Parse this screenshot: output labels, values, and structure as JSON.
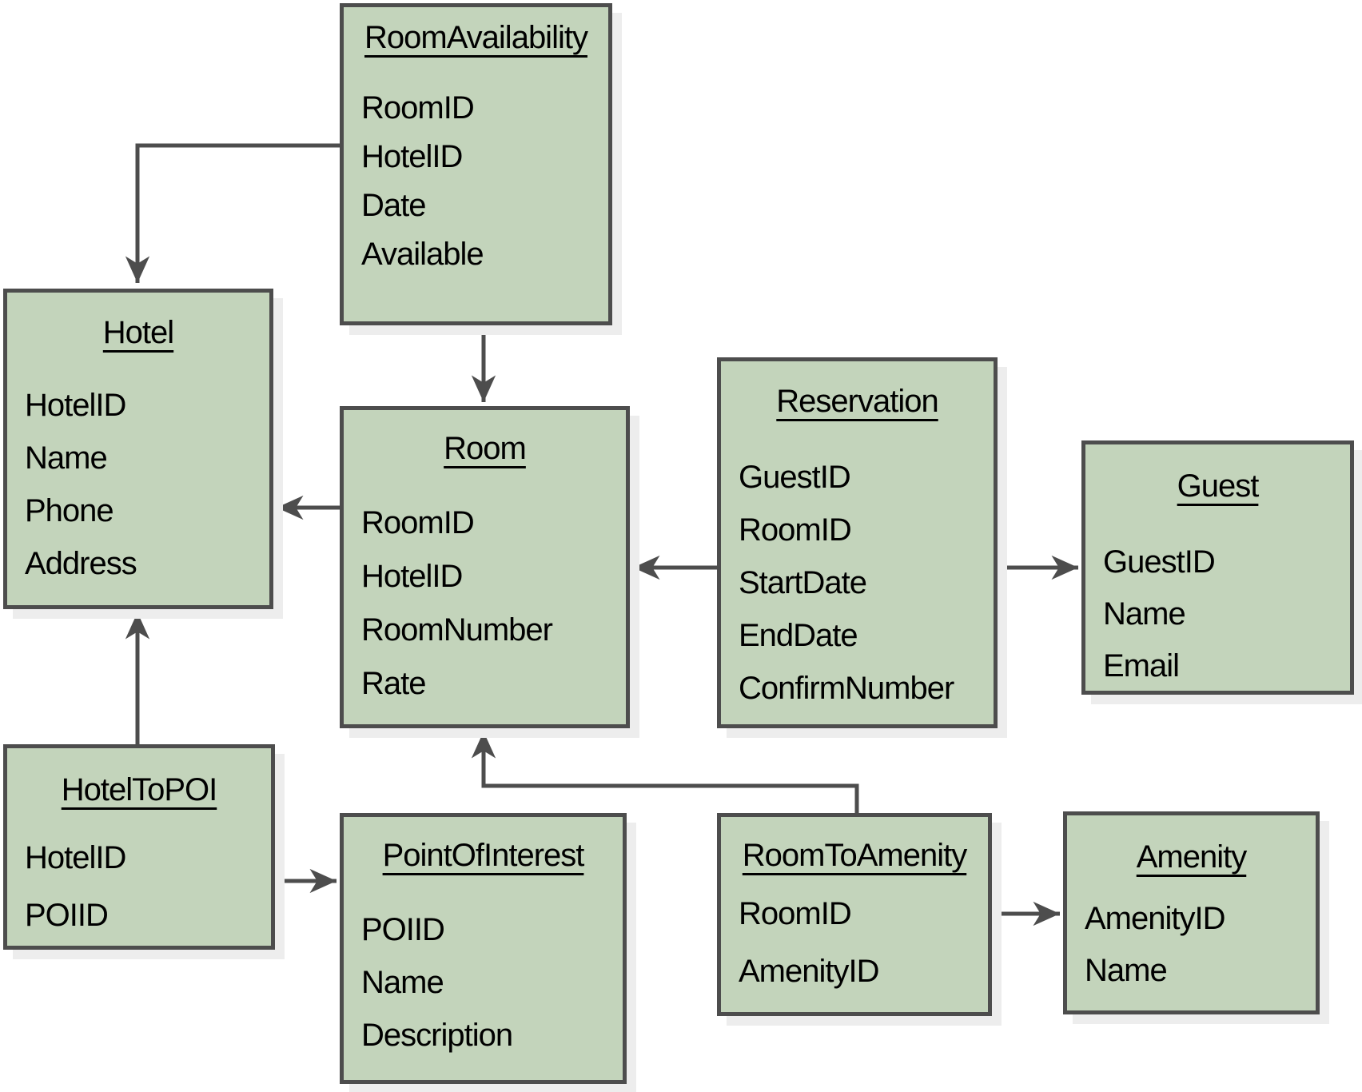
{
  "diagram": {
    "kind": "entity-relationship-diagram",
    "entities": [
      {
        "title": "RoomAvailability",
        "fields": [
          "RoomID",
          "HotelID",
          "Date",
          "Available"
        ]
      },
      {
        "title": "Hotel",
        "fields": [
          "HotelID",
          "Name",
          "Phone",
          "Address"
        ]
      },
      {
        "title": "Room",
        "fields": [
          "RoomID",
          "HotelID",
          "RoomNumber",
          "Rate"
        ]
      },
      {
        "title": "Reservation",
        "fields": [
          "GuestID",
          "RoomID",
          "StartDate",
          "EndDate",
          "ConfirmNumber"
        ]
      },
      {
        "title": "Guest",
        "fields": [
          "GuestID",
          "Name",
          "Email"
        ]
      },
      {
        "title": "HotelToPOI",
        "fields": [
          "HotelID",
          "POIID"
        ]
      },
      {
        "title": "PointOfInterest",
        "fields": [
          "POIID",
          "Name",
          "Description"
        ]
      },
      {
        "title": "RoomToAmenity",
        "fields": [
          "RoomID",
          "AmenityID"
        ]
      },
      {
        "title": "Amenity",
        "fields": [
          "AmenityID",
          "Name"
        ]
      }
    ],
    "relationships": [
      {
        "from": "RoomAvailability",
        "to": "Hotel"
      },
      {
        "from": "RoomAvailability",
        "to": "Room"
      },
      {
        "from": "Room",
        "to": "Hotel"
      },
      {
        "from": "Reservation",
        "to": "Room"
      },
      {
        "from": "Reservation",
        "to": "Guest"
      },
      {
        "from": "HotelToPOI",
        "to": "Hotel"
      },
      {
        "from": "HotelToPOI",
        "to": "PointOfInterest"
      },
      {
        "from": "RoomToAmenity",
        "to": "Room"
      },
      {
        "from": "RoomToAmenity",
        "to": "Amenity"
      }
    ],
    "colors": {
      "box_fill": "#c3d4bb",
      "box_border": "#4d4d4d",
      "connector": "#4d4d4d",
      "shadow": "#ededed",
      "text": "#000000",
      "background": "#ffffff"
    }
  }
}
